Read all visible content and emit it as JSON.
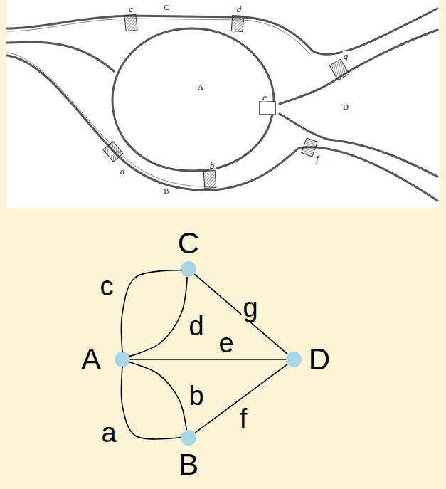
{
  "diagram": {
    "nodes": [
      {
        "text": [
          "C"
        ]
      },
      {
        "text": [
          "A"
        ]
      },
      {
        "text": [
          "D"
        ]
      },
      {
        "text": [
          "B"
        ]
      }
    ],
    "edges": [
      {
        "from": 1,
        "to": 0,
        "label": "c",
        "arrow": "none"
      },
      {
        "from": 1,
        "to": 0,
        "label": "d",
        "arrow": "none"
      },
      {
        "from": 0,
        "to": 2,
        "label": "g",
        "arrow": "none"
      },
      {
        "from": 1,
        "to": 2,
        "label": "e",
        "arrow": "none"
      },
      {
        "from": 1,
        "to": 3,
        "label": "b",
        "arrow": "none"
      },
      {
        "from": 3,
        "to": 2,
        "label": "f",
        "arrow": "none"
      },
      {
        "from": 1,
        "to": 3,
        "label": "a",
        "arrow": "none"
      }
    ],
    "labels": [
      "c",
      "C",
      "d",
      "g",
      "A",
      "e",
      "D",
      "a",
      "B",
      "b",
      "f"
    ]
  }
}
